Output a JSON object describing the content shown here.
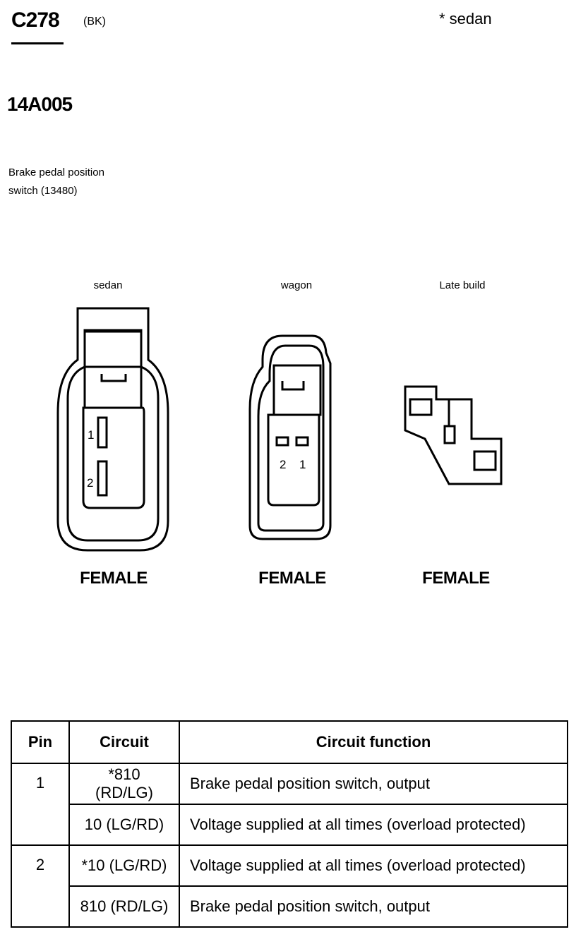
{
  "header": {
    "connector_id": "C278",
    "connector_color": "(BK)",
    "note": "*  sedan",
    "part_number": "14A005",
    "component_line1": "Brake pedal position",
    "component_line2": "switch (13480)"
  },
  "views": [
    {
      "label": "sedan",
      "gender": "FEMALE",
      "pins": [
        "1",
        "2"
      ]
    },
    {
      "label": "wagon",
      "gender": "FEMALE",
      "pins": [
        "2",
        "1"
      ]
    },
    {
      "label": "Late build",
      "gender": "FEMALE"
    }
  ],
  "table": {
    "headers": [
      "Pin",
      "Circuit",
      "Circuit function"
    ],
    "rows": [
      {
        "pin": "1",
        "circuit": "*810 (RD/LG)",
        "function": "Brake pedal position switch, output"
      },
      {
        "pin": "",
        "circuit": "10 (LG/RD)",
        "function": "Voltage supplied at all times (overload protected)"
      },
      {
        "pin": "2",
        "circuit": "*10 (LG/RD)",
        "function": "Voltage supplied at all times (overload protected)"
      },
      {
        "pin": "",
        "circuit": "810 (RD/LG)",
        "function": "Brake pedal position switch, output"
      }
    ]
  }
}
